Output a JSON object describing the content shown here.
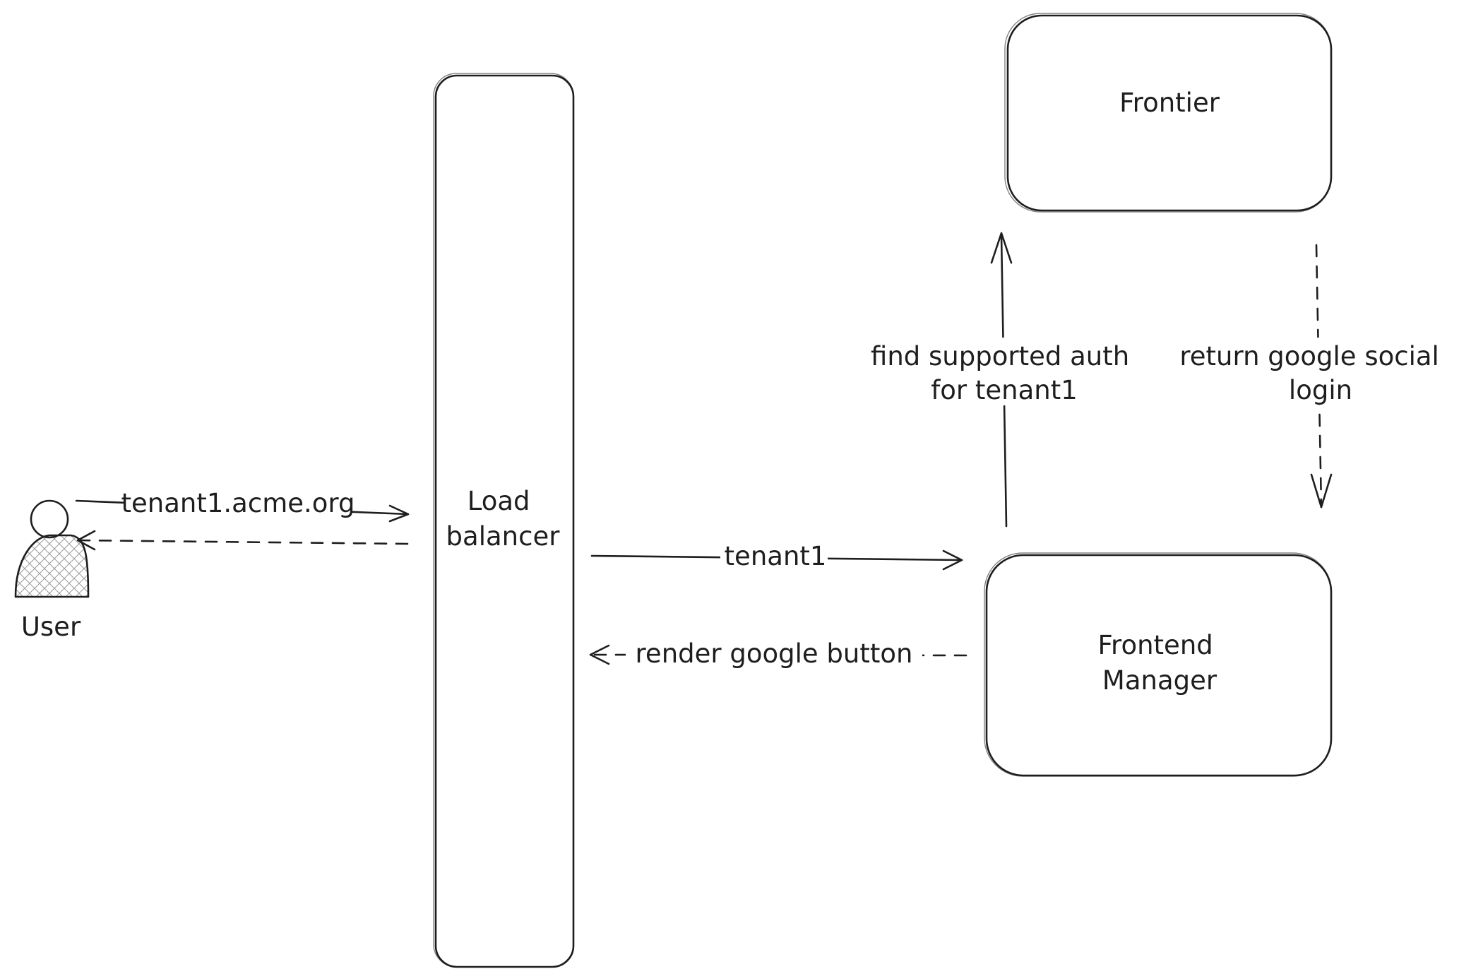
{
  "nodes": {
    "frontier": "Frontier",
    "load_balancer": [
      "Load",
      "balancer"
    ],
    "frontend_manager": [
      "Frontend",
      "Manager"
    ],
    "user": "User"
  },
  "edges": {
    "user_to_lb": "tenant1.acme.org",
    "lb_to_frontend": "tenant1",
    "frontend_to_lb": "render google button",
    "frontend_to_frontier": [
      "find supported auth",
      "for tenant1"
    ],
    "frontier_to_frontend": [
      "return google social",
      "login"
    ]
  },
  "colors": {
    "stroke": "#1e1e1e",
    "background": "#ffffff"
  }
}
